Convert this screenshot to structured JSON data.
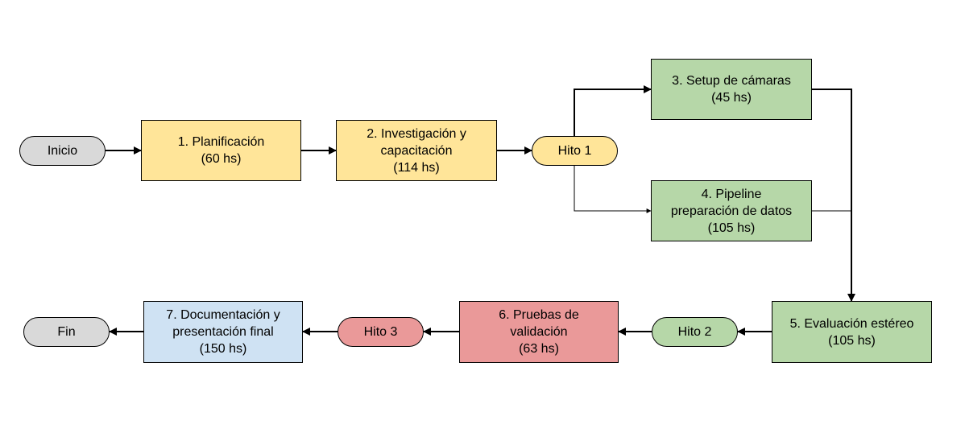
{
  "colors": {
    "terminal": "#d9d9d9",
    "yellow": "#ffe599",
    "green": "#b6d7a8",
    "red": "#ea9999",
    "blue": "#cfe2f3",
    "line": "#000000"
  },
  "nodes": {
    "inicio": {
      "lines": [
        "Inicio"
      ]
    },
    "planificacion": {
      "lines": [
        "1. Planificación",
        "(60 hs)"
      ]
    },
    "investigacion": {
      "lines": [
        "2. Investigación y",
        "capacitación",
        "(114 hs)"
      ]
    },
    "hito1": {
      "lines": [
        "Hito 1"
      ]
    },
    "setup": {
      "lines": [
        "3. Setup de cámaras",
        "(45 hs)"
      ]
    },
    "pipeline": {
      "lines": [
        "4. Pipeline",
        "preparación de datos",
        "(105 hs)"
      ]
    },
    "evaluacion": {
      "lines": [
        "5. Evaluación estéreo",
        "(105 hs)"
      ]
    },
    "hito2": {
      "lines": [
        "Hito 2"
      ]
    },
    "pruebas": {
      "lines": [
        "6. Pruebas de",
        "validación",
        "(63 hs)"
      ]
    },
    "hito3": {
      "lines": [
        "Hito 3"
      ]
    },
    "documentacion": {
      "lines": [
        "7. Documentación y",
        "presentación final",
        "(150 hs)"
      ]
    },
    "fin": {
      "lines": [
        "Fin"
      ]
    }
  }
}
